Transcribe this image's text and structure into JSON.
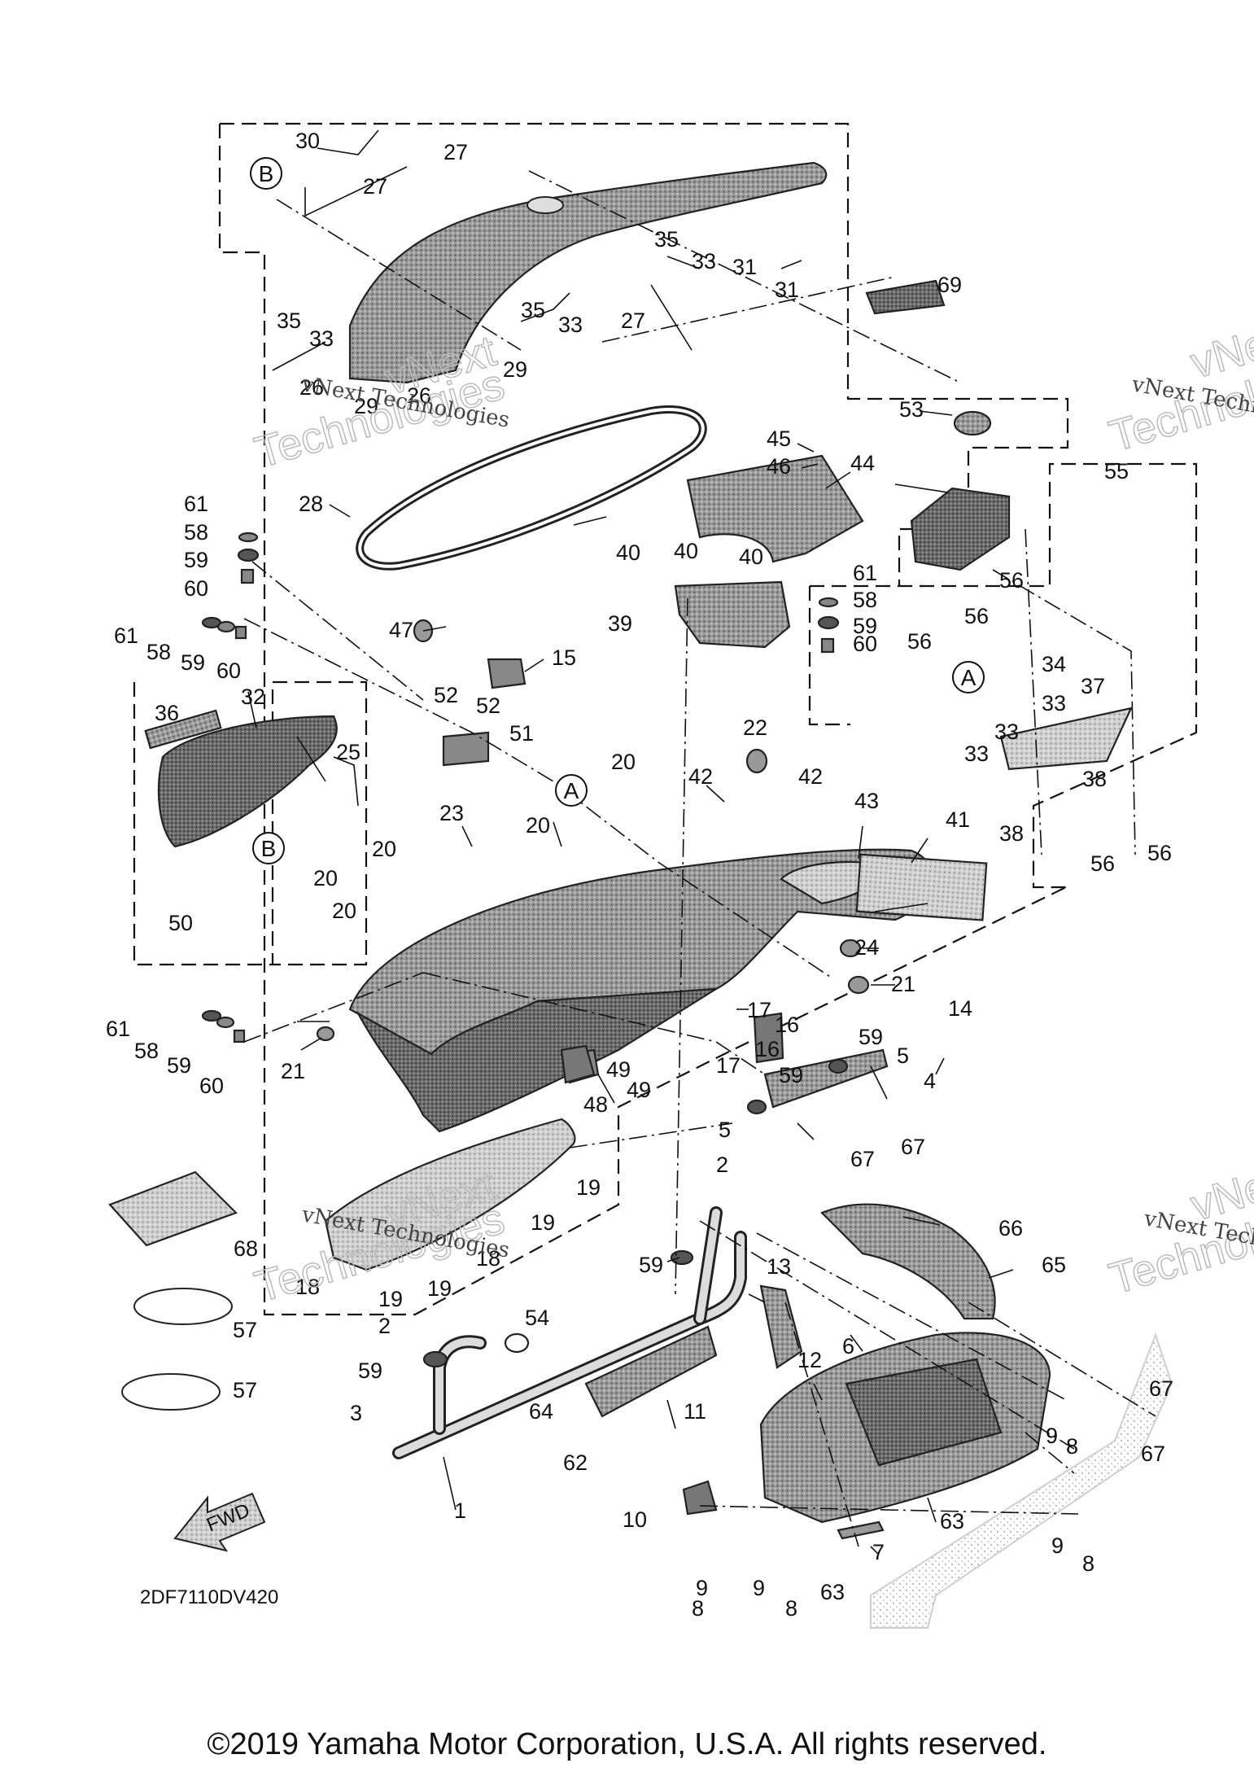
{
  "diagram": {
    "id_code": "2DF7110DV420",
    "fwd_label": "FWD",
    "copyright": "©2019 Yamaha Motor Corporation, U.S.A. All rights reserved.",
    "watermark_text": "vNext Technologies",
    "watermark_big_1": "vNext",
    "watermark_big_2": "Technologies",
    "callouts": [
      {
        "label": "30"
      },
      {
        "label": "27"
      },
      {
        "label": "27"
      },
      {
        "label": "35"
      },
      {
        "label": "33"
      },
      {
        "label": "31"
      },
      {
        "label": "31"
      },
      {
        "label": "69"
      },
      {
        "label": "35"
      },
      {
        "label": "33"
      },
      {
        "label": "35"
      },
      {
        "label": "33"
      },
      {
        "label": "27"
      },
      {
        "label": "29"
      },
      {
        "label": "26"
      },
      {
        "label": "29"
      },
      {
        "label": "26"
      },
      {
        "label": "28"
      },
      {
        "label": "53"
      },
      {
        "label": "55"
      },
      {
        "label": "45"
      },
      {
        "label": "46"
      },
      {
        "label": "44"
      },
      {
        "label": "61"
      },
      {
        "label": "58"
      },
      {
        "label": "59"
      },
      {
        "label": "60"
      },
      {
        "label": "40"
      },
      {
        "label": "40"
      },
      {
        "label": "40"
      },
      {
        "label": "39"
      },
      {
        "label": "61"
      },
      {
        "label": "58"
      },
      {
        "label": "59"
      },
      {
        "label": "60"
      },
      {
        "label": "56"
      },
      {
        "label": "56"
      },
      {
        "label": "56"
      },
      {
        "label": "61"
      },
      {
        "label": "58"
      },
      {
        "label": "59"
      },
      {
        "label": "60"
      },
      {
        "label": "47"
      },
      {
        "label": "15"
      },
      {
        "label": "34"
      },
      {
        "label": "33"
      },
      {
        "label": "37"
      },
      {
        "label": "33"
      },
      {
        "label": "33"
      },
      {
        "label": "38"
      },
      {
        "label": "38"
      },
      {
        "label": "56"
      },
      {
        "label": "56"
      },
      {
        "label": "36"
      },
      {
        "label": "32"
      },
      {
        "label": "52"
      },
      {
        "label": "52"
      },
      {
        "label": "51"
      },
      {
        "label": "22"
      },
      {
        "label": "25"
      },
      {
        "label": "20"
      },
      {
        "label": "42"
      },
      {
        "label": "42"
      },
      {
        "label": "43"
      },
      {
        "label": "41"
      },
      {
        "label": "23"
      },
      {
        "label": "20"
      },
      {
        "label": "20"
      },
      {
        "label": "20"
      },
      {
        "label": "20"
      },
      {
        "label": "50"
      },
      {
        "label": "24"
      },
      {
        "label": "21"
      },
      {
        "label": "14"
      },
      {
        "label": "61"
      },
      {
        "label": "58"
      },
      {
        "label": "59"
      },
      {
        "label": "60"
      },
      {
        "label": "21"
      },
      {
        "label": "17"
      },
      {
        "label": "16"
      },
      {
        "label": "16"
      },
      {
        "label": "17"
      },
      {
        "label": "49"
      },
      {
        "label": "49"
      },
      {
        "label": "48"
      },
      {
        "label": "59"
      },
      {
        "label": "5"
      },
      {
        "label": "4"
      },
      {
        "label": "59"
      },
      {
        "label": "5"
      },
      {
        "label": "19"
      },
      {
        "label": "2"
      },
      {
        "label": "67"
      },
      {
        "label": "67"
      },
      {
        "label": "66"
      },
      {
        "label": "65"
      },
      {
        "label": "19"
      },
      {
        "label": "68"
      },
      {
        "label": "18"
      },
      {
        "label": "18"
      },
      {
        "label": "19"
      },
      {
        "label": "19"
      },
      {
        "label": "59"
      },
      {
        "label": "13"
      },
      {
        "label": "57"
      },
      {
        "label": "2"
      },
      {
        "label": "54"
      },
      {
        "label": "12"
      },
      {
        "label": "6"
      },
      {
        "label": "59"
      },
      {
        "label": "57"
      },
      {
        "label": "67"
      },
      {
        "label": "9"
      },
      {
        "label": "8"
      },
      {
        "label": "67"
      },
      {
        "label": "3"
      },
      {
        "label": "64"
      },
      {
        "label": "11"
      },
      {
        "label": "62"
      },
      {
        "label": "1"
      },
      {
        "label": "63"
      },
      {
        "label": "10"
      },
      {
        "label": "7"
      },
      {
        "label": "9"
      },
      {
        "label": "8"
      },
      {
        "label": "9"
      },
      {
        "label": "8"
      },
      {
        "label": "9"
      },
      {
        "label": "8"
      },
      {
        "label": "63"
      }
    ],
    "ref_letters": [
      {
        "label": "B"
      },
      {
        "label": "A"
      },
      {
        "label": "B"
      },
      {
        "label": "A"
      }
    ]
  }
}
